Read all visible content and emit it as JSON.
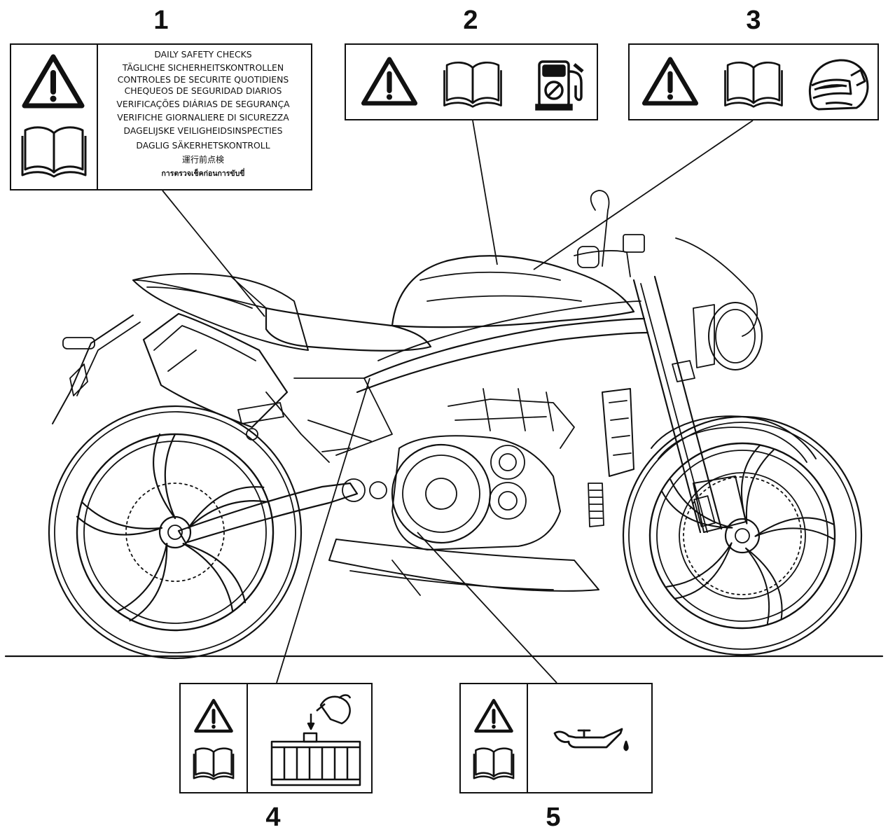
{
  "callouts": {
    "c1": "1",
    "c2": "2",
    "c3": "3",
    "c4": "4",
    "c5": "5"
  },
  "label1": {
    "lines": [
      "DAILY SAFETY CHECKS",
      "TÄGLICHE SICHERHEITSKONTROLLEN",
      "CONTROLES DE SECURITE QUOTIDIENS",
      "CHEQUEOS DE SEGURIDAD DIARIOS",
      "VERIFICAÇÕES DIÁRIAS DE SEGURANÇA",
      "VERIFICHE GIORNALIERE DI SICUREZZA",
      "DAGELIJSKE VEILIGHEIDSINSPECTIES",
      "DAGLIG SÄKERHETSKONTROLL",
      "運行前点検",
      "การตรวจเช็คก่อนการขับขี่"
    ]
  },
  "icons": {
    "label1": [
      "warning-triangle-icon",
      "owner-handbook-icon"
    ],
    "label2": [
      "warning-triangle-icon",
      "owner-handbook-icon",
      "unleaded-fuel-pump-icon"
    ],
    "label3": [
      "warning-triangle-icon",
      "owner-handbook-icon",
      "helmet-icon"
    ],
    "label4": [
      "warning-triangle-icon",
      "owner-handbook-icon",
      "coolant-radiator-icon"
    ],
    "label5": [
      "warning-triangle-icon",
      "owner-handbook-icon",
      "engine-oil-can-icon"
    ]
  },
  "colors": {
    "ink": "#111111",
    "paper": "#ffffff"
  }
}
